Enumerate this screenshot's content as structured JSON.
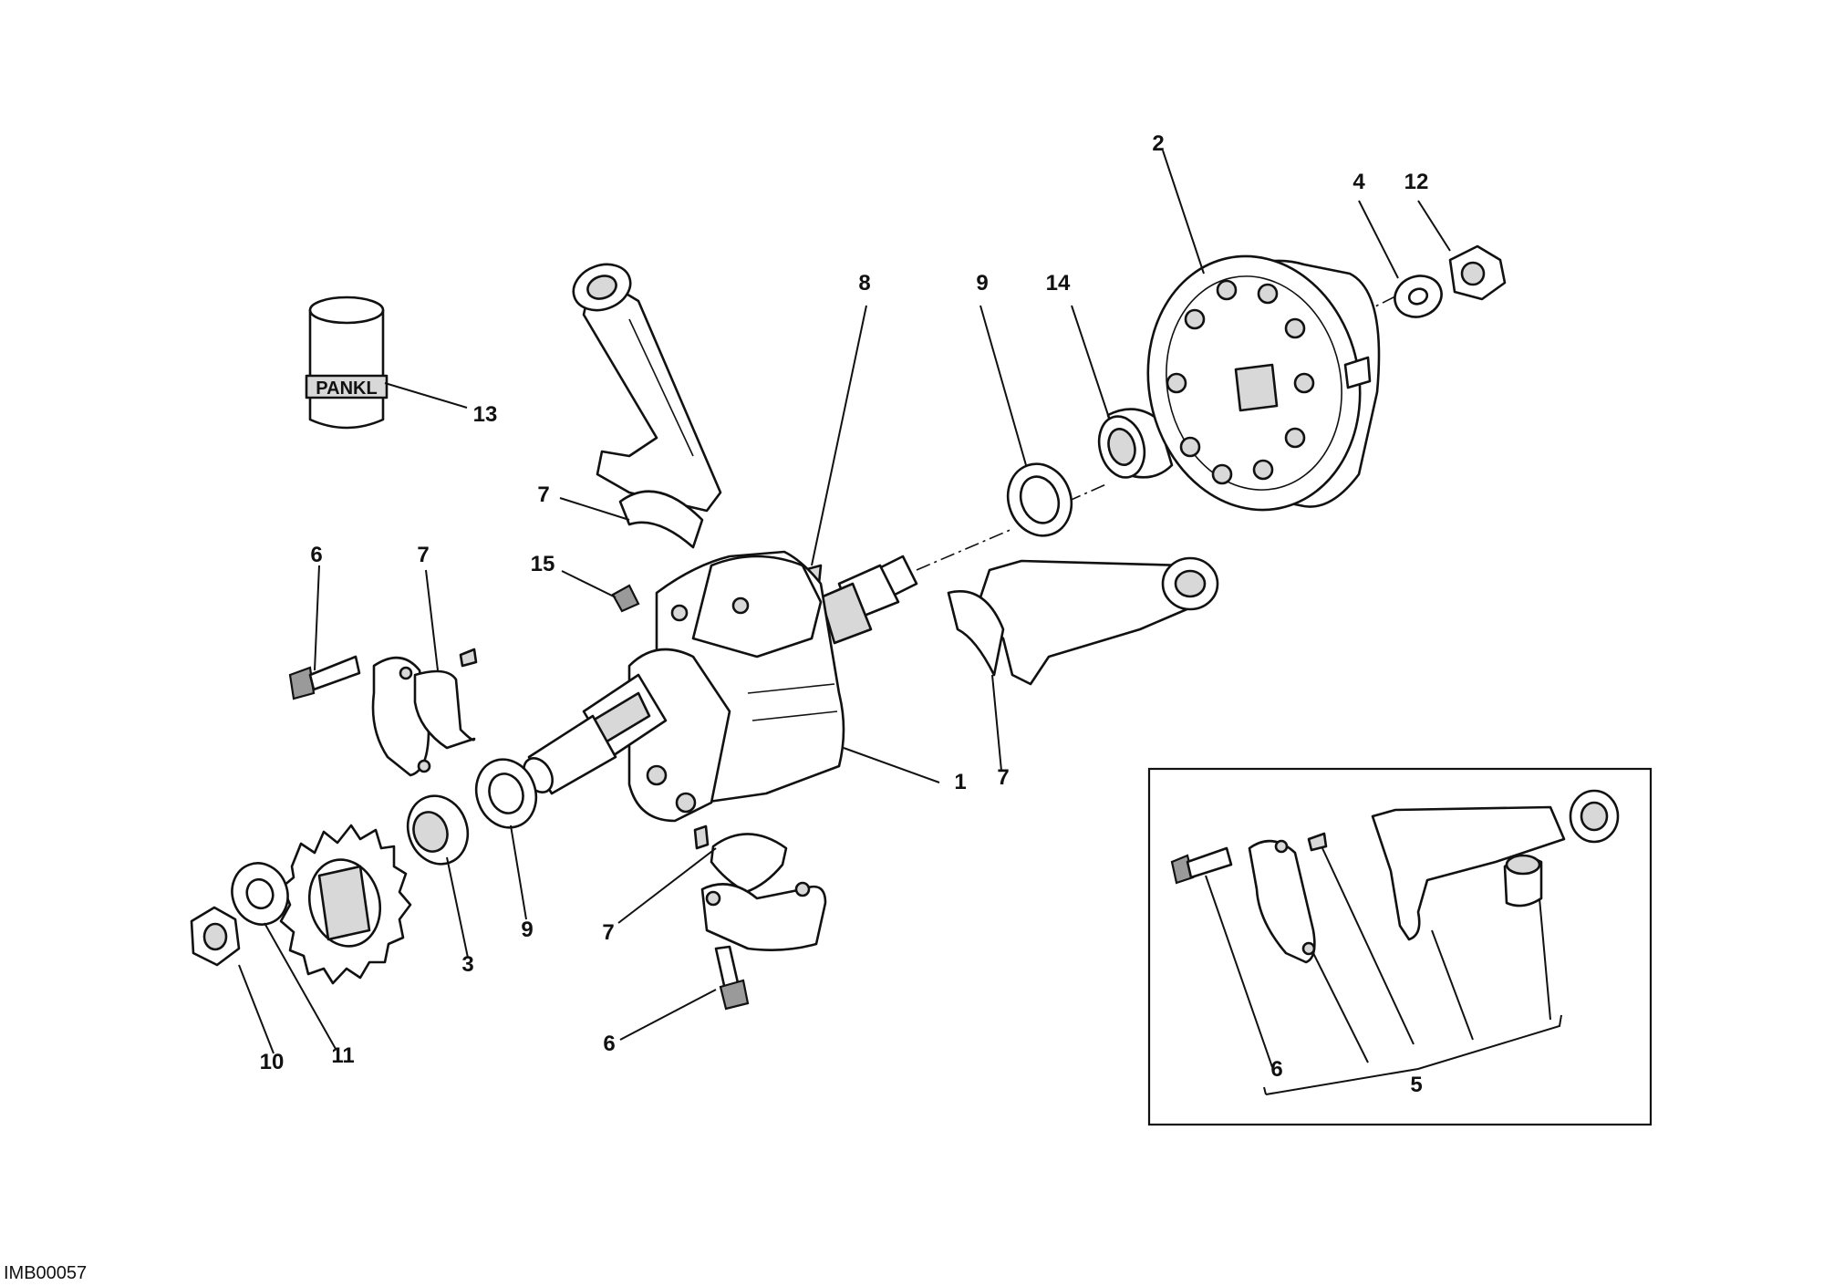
{
  "drawing_code": "IMB00057",
  "brand_label": "PANKL",
  "callouts": {
    "crankshaft": "1",
    "flywheel": "2",
    "bush_3": "3",
    "washer_4": "4",
    "conrod_kit": "5",
    "screw_top": "6",
    "screw_bottom": "6",
    "screw_inset": "6",
    "half_bearing_top": "7",
    "half_bearing_left": "7",
    "half_bearing_right": "7",
    "half_bearing_bottom": "7",
    "key": "8",
    "shim_left": "9",
    "shim_right": "9",
    "nut_10": "10",
    "washer_11": "11",
    "nut_12": "12",
    "grease": "13",
    "spacer_14": "14",
    "plug_15": "15"
  }
}
